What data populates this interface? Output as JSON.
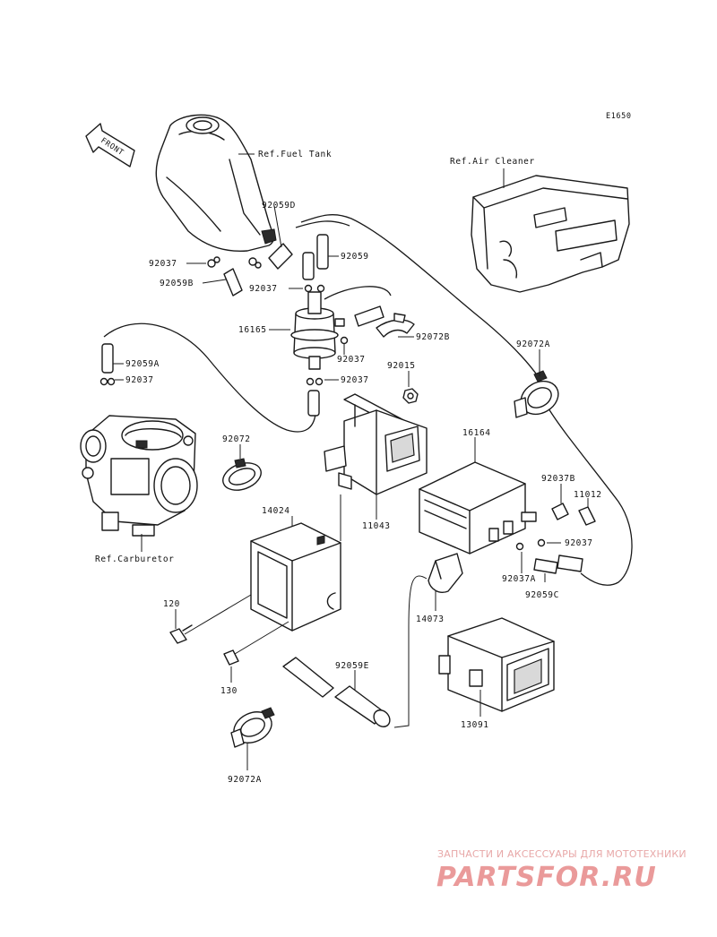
{
  "diagram_code": "E1650",
  "front_label": "FRONT",
  "references": {
    "fuel_tank": "Ref.Fuel Tank",
    "air_cleaner": "Ref.Air Cleaner",
    "carburetor": "Ref.Carburetor"
  },
  "part_labels": {
    "p92059d": "92059D",
    "p92037_a": "92037",
    "p92059_top": "92059",
    "p92059b": "92059B",
    "p92037_b": "92037",
    "p16165": "16165",
    "p92072b": "92072B",
    "p92037_c": "92037",
    "p92059a": "92059A",
    "p92037_d": "92037",
    "p92037_e": "92037",
    "p92015": "92015",
    "p92072a_top": "92072A",
    "p92072": "92072",
    "p16164": "16164",
    "p11043": "11043",
    "p92037b": "92037B",
    "p11012": "11012",
    "p14024": "14024",
    "p92037_f": "92037",
    "p92037a": "92037A",
    "p92059c": "92059C",
    "p14073": "14073",
    "p120": "120",
    "p130": "130",
    "p92059e": "92059E",
    "p13091": "13091",
    "p92072a_bottom": "92072A"
  },
  "watermark": {
    "tagline": "ЗАПЧАСТИ И АКСЕССУАРЫ ДЛЯ МОТОТЕХНИКИ",
    "brand": "PARTSFOR.RU",
    "color": "#ea9a9a"
  }
}
